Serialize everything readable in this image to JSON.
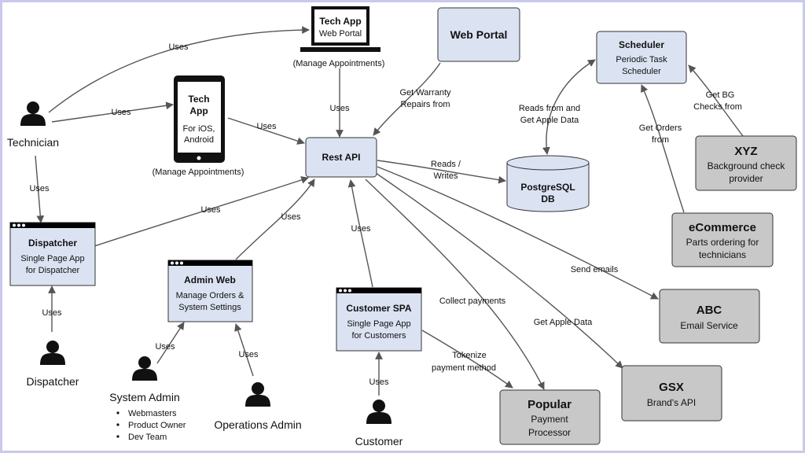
{
  "actors": {
    "technician": "Technician",
    "dispatcher": "Dispatcher",
    "system_admin": "System Admin",
    "system_admin_roles": [
      "Webmasters",
      "Product Owner",
      "Dev Team"
    ],
    "operations_admin": "Operations Admin",
    "customer": "Customer"
  },
  "nodes": {
    "tech_web": {
      "title": "Tech App",
      "subtitle": "Web Portal",
      "caption": "(Manage Appointments)"
    },
    "tech_mobile": {
      "title1": "Tech",
      "title2": "App",
      "sub1": "For iOS,",
      "sub2": "Android",
      "caption": "(Manage Appointments)"
    },
    "web_portal": {
      "title": "Web Portal"
    },
    "rest_api": {
      "title": "Rest API"
    },
    "postgres": {
      "title1": "PostgreSQL",
      "title2": "DB"
    },
    "scheduler": {
      "title": "Scheduler",
      "sub1": "Periodic Task",
      "sub2": "Scheduler"
    },
    "xyz": {
      "title": "XYZ",
      "sub1": "Background check",
      "sub2": "provider"
    },
    "ecommerce": {
      "title": "eCommerce",
      "sub1": "Parts ordering for",
      "sub2": "technicians"
    },
    "abc": {
      "title": "ABC",
      "sub1": "Email Service"
    },
    "gsx": {
      "title": "GSX",
      "sub1": "Brand's API"
    },
    "popular": {
      "title": "Popular",
      "sub1": "Payment",
      "sub2": "Processor"
    },
    "dispatcher_spa": {
      "title": "Dispatcher",
      "sub1": "Single Page App",
      "sub2": "for Dispatcher"
    },
    "admin_web": {
      "title": "Admin Web",
      "sub1": "Manage Orders &",
      "sub2": "System Settings"
    },
    "customer_spa": {
      "title": "Customer SPA",
      "sub1": "Single Page App",
      "sub2": "for Customers"
    }
  },
  "edges": {
    "uses": "Uses",
    "warranty_1": "Get Warranty",
    "warranty_2": "Repairs from",
    "reads_writes_1": "Reads /",
    "reads_writes_2": "Writes",
    "reads_apple_1": "Reads from and",
    "reads_apple_2": "Get Apple Data",
    "get_orders_1": "Get Orders",
    "get_orders_2": "from",
    "get_bg_1": "Get BG",
    "get_bg_2": "Checks from",
    "send_emails": "Send emails",
    "collect_payments": "Collect payments",
    "get_apple_data": "Get Apple Data",
    "tokenize_1": "Tokenize",
    "tokenize_2": "payment method"
  },
  "colors": {
    "blue_box": "#dbe3f3",
    "gray_box": "#c8c8c8",
    "frame": "#c9c9ee",
    "line": "#555555"
  }
}
